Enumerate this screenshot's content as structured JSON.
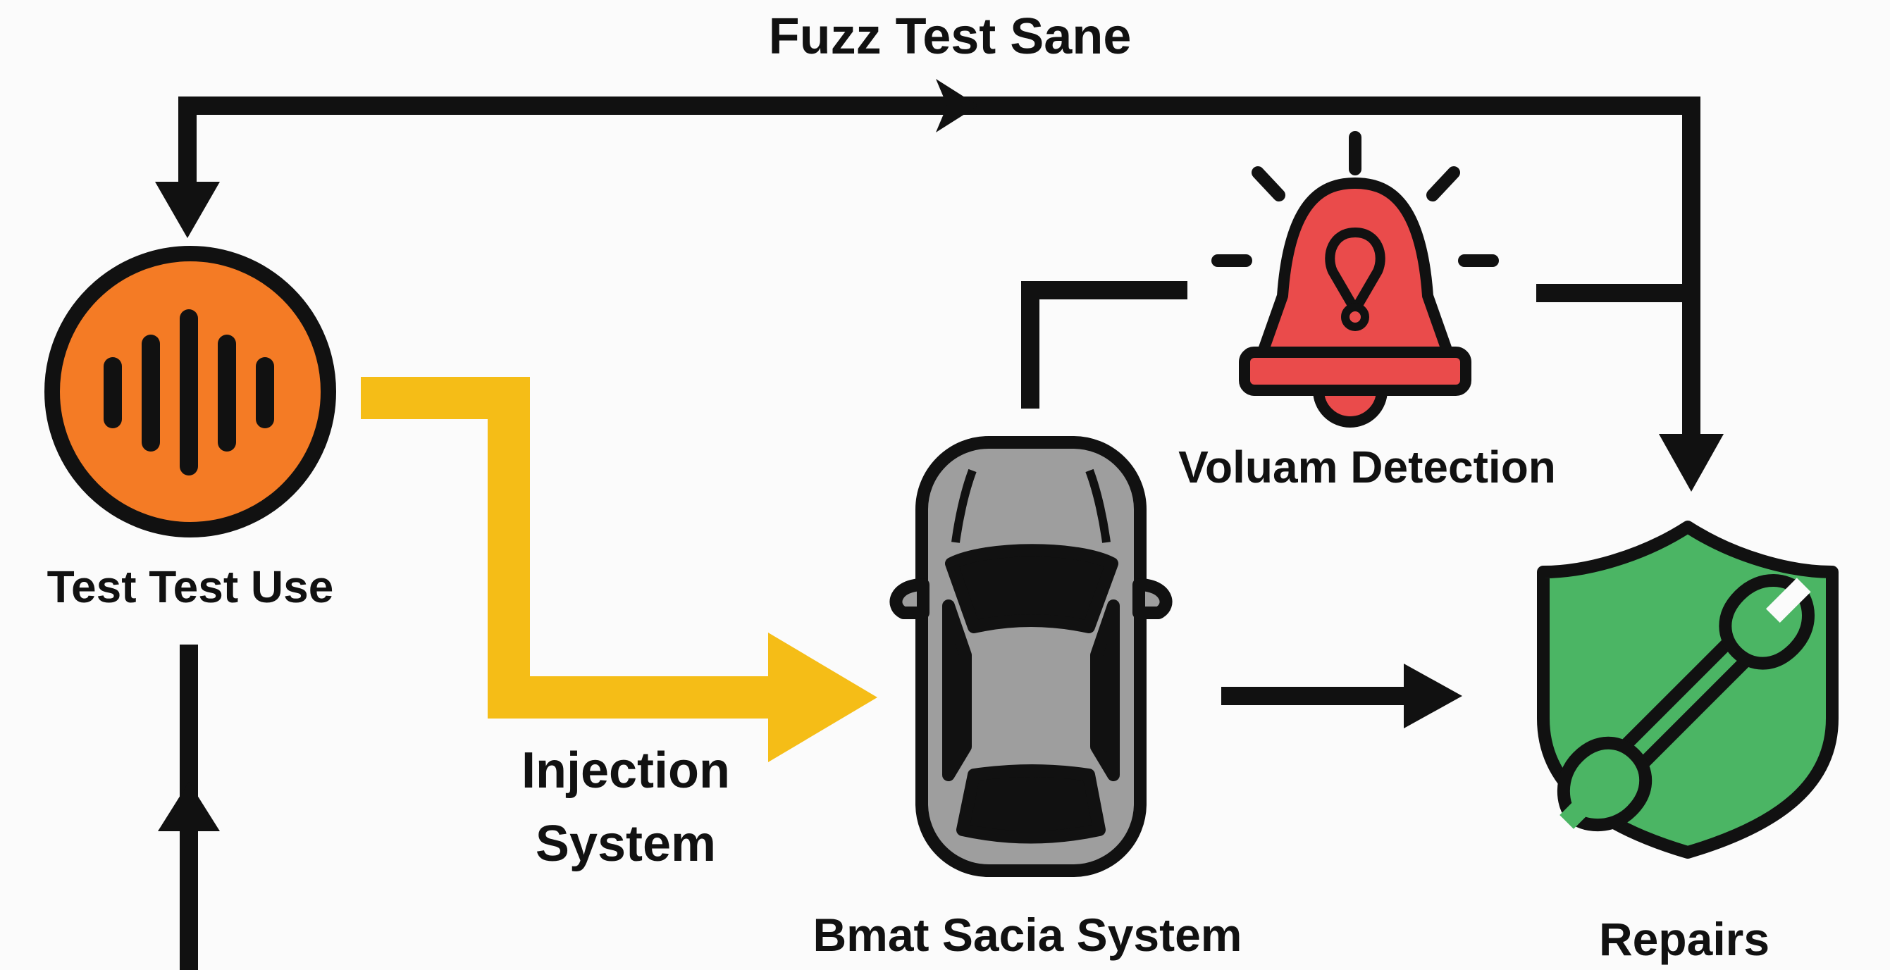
{
  "title": "Fuzz Test Sane",
  "nodes": {
    "test_source": {
      "label": "Test Test Use",
      "icon": "sound-wave-icon",
      "color": "#f47b25"
    },
    "injection": {
      "label_line1": "Injection",
      "label_line2": "System",
      "arrow_color": "#f5bd17"
    },
    "vehicle": {
      "label": "Bmat Sacia System",
      "icon": "car-icon",
      "color": "#9e9e9e"
    },
    "detection": {
      "label": "Voluam Detection",
      "icon": "alarm-bell-icon",
      "color": "#ea4b4b"
    },
    "repairs": {
      "label": "Repairs",
      "icon": "shield-wrench-icon",
      "color": "#4bb564"
    }
  },
  "colors": {
    "stroke": "#111111",
    "background": "#fbfbfb"
  }
}
